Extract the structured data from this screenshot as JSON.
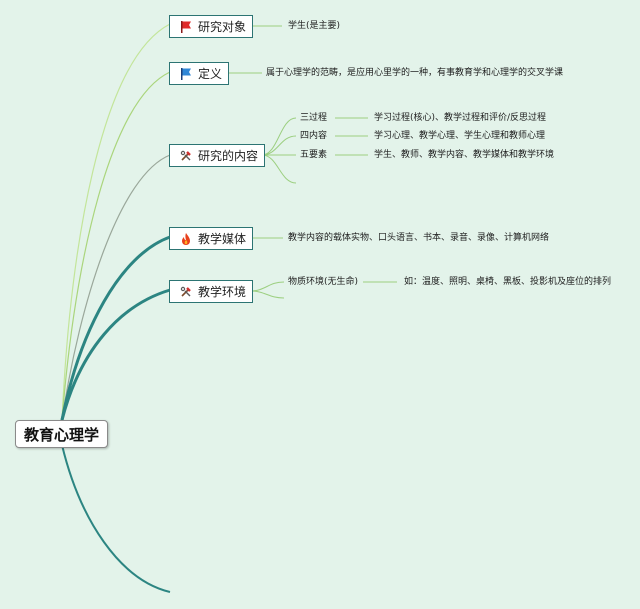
{
  "root": {
    "label": "教育心理学"
  },
  "branches": [
    {
      "label": "研究对象",
      "icon": "red-flag-icon",
      "detail": "学生(是主要)"
    },
    {
      "label": "定义",
      "icon": "blue-flag-icon",
      "detail": "属于心理学的范畴，是应用心里学的一种，有事教育学和心理学的交叉学课"
    },
    {
      "label": "研究的内容",
      "icon": "tools-icon",
      "items": [
        {
          "label": "三过程",
          "detail": "学习过程(核心)、教学过程和评价/反思过程"
        },
        {
          "label": "四内容",
          "detail": "学习心理、教学心理、学生心理和教师心理"
        },
        {
          "label": "五要素",
          "detail": "学生、教师、教学内容、教学媒体和教学环境"
        }
      ]
    },
    {
      "label": "教学媒体",
      "icon": "fire-icon",
      "detail": "教学内容的载体实物、口头语言、书本、录音、录像、计算机网络"
    },
    {
      "label": "教学环境",
      "icon": "tools-icon",
      "items": [
        {
          "label": "物质环境(无生命)",
          "detail": "如：温度、照明、桌椅、黑板、投影机及座位的排列"
        }
      ]
    }
  ],
  "colors": {
    "background": "#e3f3ea",
    "thick_branch": "#2c8582",
    "light_branch_1": "#b8e08a",
    "light_branch_2": "#a9d77a",
    "light_branch_3": "#9aa79a",
    "topic_border": "#2c7473",
    "connector": "#7fc07a"
  }
}
